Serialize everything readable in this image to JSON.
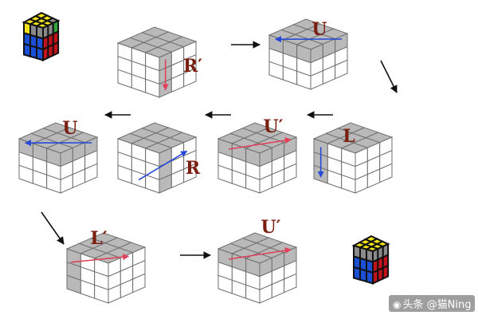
{
  "watermark": {
    "text": "头条 @猫Ning",
    "icon": "camera-icon"
  },
  "colors": {
    "white": "#ffffff",
    "gray": "#b9b9b9",
    "grid": "#6e6e6e",
    "red_arrow": "#e0405a",
    "blue_arrow": "#2448d8",
    "label": "#7a1f10",
    "cube_yellow": "#f2e31a",
    "cube_blue": "#1a4fd6",
    "cube_red": "#c4121c",
    "cube_gray": "#8a8a8a",
    "cube_green": "#2ea43a"
  },
  "steps": [
    {
      "id": "step-1",
      "move": "R′",
      "highlight": "right-column",
      "arrow": "down",
      "arrow_color": "red"
    },
    {
      "id": "step-2",
      "move": "U",
      "highlight": "top-layer",
      "arrow": "left",
      "arrow_color": "blue"
    },
    {
      "id": "step-3",
      "move": "L",
      "highlight": "left-column",
      "arrow": "down",
      "arrow_color": "blue"
    },
    {
      "id": "step-4",
      "move": "U′",
      "highlight": "top-layer",
      "arrow": "right",
      "arrow_color": "red"
    },
    {
      "id": "step-5",
      "move": "R",
      "highlight": "right-column",
      "arrow": "up",
      "arrow_color": "blue"
    },
    {
      "id": "step-6",
      "move": "U",
      "highlight": "top-layer",
      "arrow": "left",
      "arrow_color": "blue"
    },
    {
      "id": "step-7",
      "move": "L′",
      "highlight": "left-column",
      "arrow": "up",
      "arrow_color": "red"
    },
    {
      "id": "step-8",
      "move": "U′",
      "highlight": "top-layer",
      "arrow": "right",
      "arrow_color": "red"
    }
  ]
}
